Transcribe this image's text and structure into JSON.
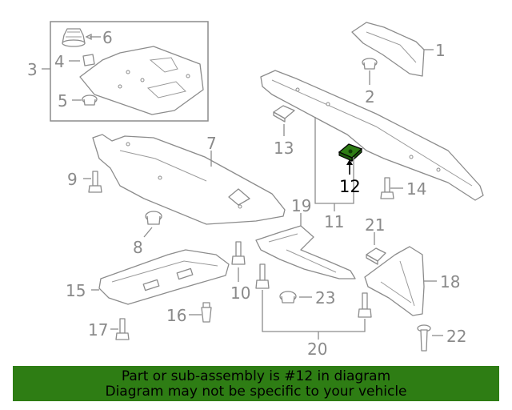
{
  "diagram": {
    "highlighted_part": "12",
    "highlight_color": "#2e7d14",
    "callouts": [
      "1",
      "2",
      "3",
      "4",
      "5",
      "6",
      "7",
      "8",
      "9",
      "10",
      "11",
      "12",
      "13",
      "14",
      "15",
      "16",
      "17",
      "18",
      "19",
      "20",
      "21",
      "22",
      "23"
    ]
  },
  "banner": {
    "line1": "Part or sub-assembly is #12 in diagram",
    "line2": "Diagram may not be specific to your vehicle",
    "background": "#2e7d14"
  }
}
